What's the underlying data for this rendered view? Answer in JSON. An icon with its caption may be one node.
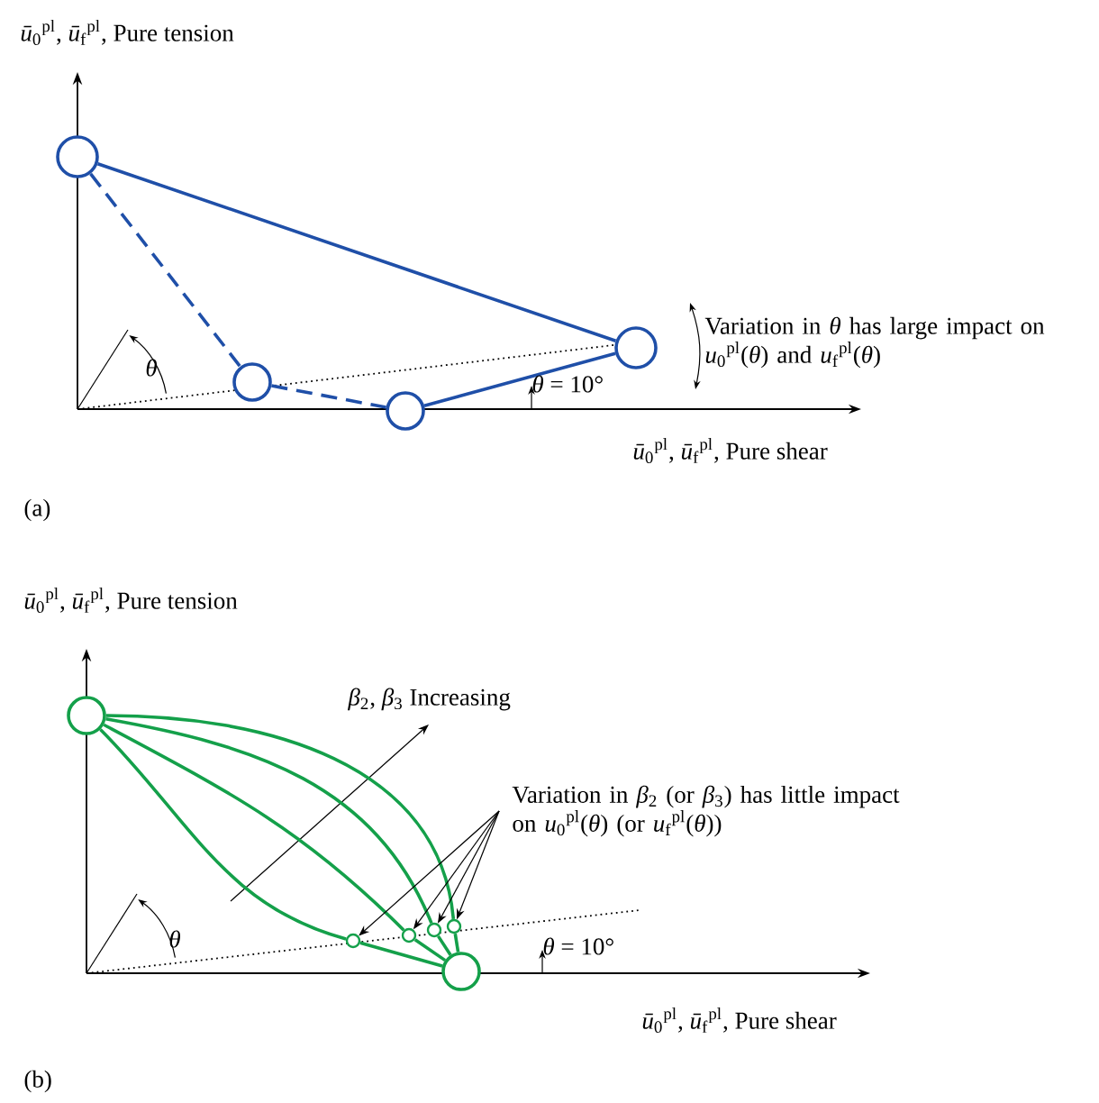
{
  "diagram": {
    "nodes": [
      {
        "text": [],
        "shape": "circle"
      },
      {
        "text": [],
        "shape": "circle"
      },
      {
        "text": [],
        "shape": "circle"
      },
      {
        "text": [],
        "shape": "circle"
      },
      {
        "text": [],
        "shape": "circle"
      },
      {
        "text": [],
        "shape": "circle"
      },
      {
        "text": [],
        "shape": "circle"
      },
      {
        "text": [],
        "shape": "circle"
      },
      {
        "text": [],
        "shape": "circle"
      },
      {
        "text": [],
        "shape": "circle"
      },
      {
        "text": [
          "Variation in *β*$_{2}$ (or *β*$_{3}$) has little impact on *u*$_{0}$$^{pl}$(*θ*) (or *u*$_{f}$$^{pl}$(*θ*))"
        ]
      }
    ],
    "edges": [
      {
        "from": 0,
        "to": 3,
        "arrow": "none",
        "color": "#1f4fa8"
      },
      {
        "from": 0,
        "to": 1,
        "arrow": "none",
        "style": "dashed",
        "color": "#1f4fa8"
      },
      {
        "from": 1,
        "to": 2,
        "arrow": "none",
        "style": "dashed",
        "color": "#1f4fa8"
      },
      {
        "from": 2,
        "to": 3,
        "arrow": "none",
        "color": "#1f4fa8"
      },
      {
        "from": 4,
        "to": 5,
        "arrow": "none",
        "color": "#14a04a"
      },
      {
        "from": 4,
        "to": 6,
        "arrow": "none",
        "color": "#14a04a"
      },
      {
        "from": 4,
        "to": 7,
        "arrow": "none",
        "color": "#14a04a"
      },
      {
        "from": 4,
        "to": 8,
        "arrow": "none",
        "color": "#14a04a"
      },
      {
        "from": 5,
        "to": 9,
        "arrow": "none",
        "color": "#14a04a"
      },
      {
        "from": 6,
        "to": 9,
        "arrow": "none",
        "color": "#14a04a"
      },
      {
        "from": 7,
        "to": 9,
        "arrow": "none",
        "color": "#14a04a"
      },
      {
        "from": 8,
        "to": 9,
        "arrow": "none",
        "color": "#14a04a"
      },
      {
        "from": 10,
        "to": 5,
        "arrow": "to",
        "color": "#000000"
      },
      {
        "from": 10,
        "to": 6,
        "arrow": "to",
        "color": "#000000"
      },
      {
        "from": 10,
        "to": 7,
        "arrow": "to",
        "color": "#000000"
      },
      {
        "from": 10,
        "to": 8,
        "arrow": "to",
        "color": "#000000"
      }
    ],
    "labels": [
      "*ū*$_{0}$$^{pl}$, *ū*$_{f}$$^{pl}$, Pure tension",
      "*θ*",
      "Variation in *θ* has large impact on *u*$_{0}$$^{pl}$(*θ*) and *u*$_{f}$$^{pl}$(*θ*)",
      "*θ* = 10°",
      "*ū*$_{0}$$^{pl}$, *ū*$_{f}$$^{pl}$, Pure shear",
      "(a)",
      "*ū*$_{0}$$^{pl}$, *ū*$_{f}$$^{pl}$, Pure tension",
      "*β*$_{2}$, *β*$_{3}$ Increasing",
      "*θ*",
      "*θ* = 10°",
      "*ū*$_{0}$$^{pl}$, *ū*$_{f}$$^{pl}$, Pure shear",
      "(b)"
    ]
  }
}
